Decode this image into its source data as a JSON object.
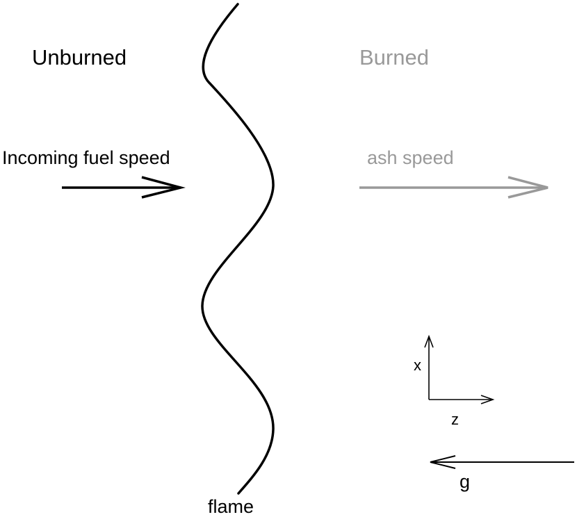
{
  "labels": {
    "unburned": "Unburned",
    "burned": "Burned",
    "incoming_fuel_speed": "Incoming fuel speed",
    "ash_speed": "ash speed",
    "flame": "flame",
    "axis_x": "x",
    "axis_z": "z",
    "gravity": "g"
  },
  "colors": {
    "ink": "#000000",
    "burned_gray": "#999999"
  }
}
